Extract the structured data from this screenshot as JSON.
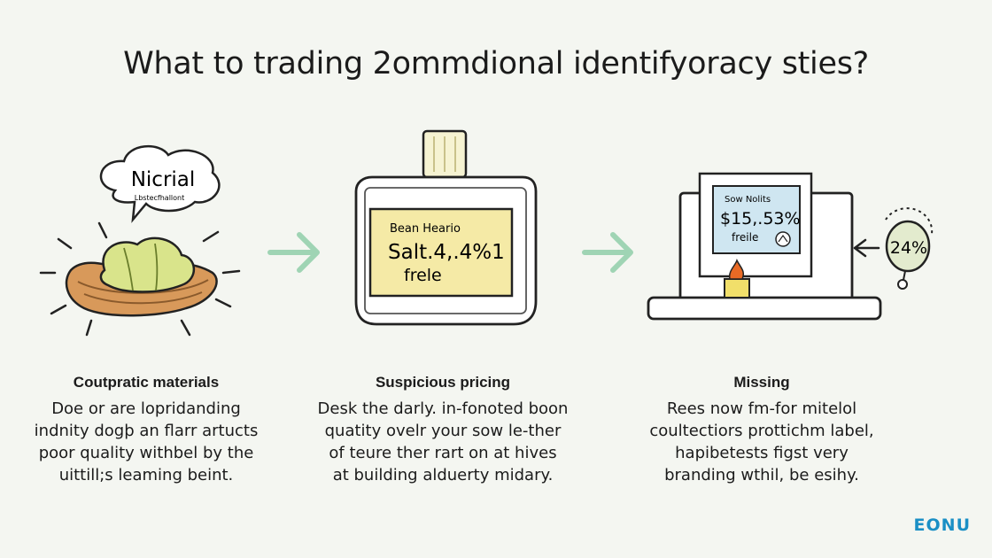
{
  "title": "What to trading 2ommdional identifyoracy sties?",
  "panels": [
    {
      "bubble_title": "Nicrial",
      "bubble_sub": "Lbstecfhallont",
      "heading": "Coutpratic materials",
      "lines": [
        "Doe or are lopridanding",
        "indnity dogþ an flarr artucts",
        "poor quality withbel by the",
        "uittill;s leaming beint."
      ]
    },
    {
      "label_line1": "Bean Heario",
      "label_line2": "Salt.4,.4%1",
      "label_line3": "frele",
      "heading": "Suspicious pricing",
      "lines": [
        "Desk the darly. in-fonoted boon",
        "quatity ovelr your sow le-ther",
        "of teure ther rart on at hives",
        "at building alduerty midary."
      ]
    },
    {
      "screen_line1": "Sow Nolits",
      "screen_line2": "$15,.53%",
      "screen_line3": "freile",
      "badge": "24%",
      "heading": "Missing",
      "lines": [
        "Rees now fm-for mitelol",
        "coultectiors prottichm label,",
        "hapibetests figst very",
        "branding wthil, be esihy."
      ]
    }
  ],
  "brand": "EONU",
  "colors": {
    "arrow": "#9fd4b4",
    "label": "#f5eaa6",
    "screen": "#cfe6f1",
    "badge": "#e3ebce",
    "lettuce": "#d9e48b",
    "basket": "#d8995a"
  }
}
